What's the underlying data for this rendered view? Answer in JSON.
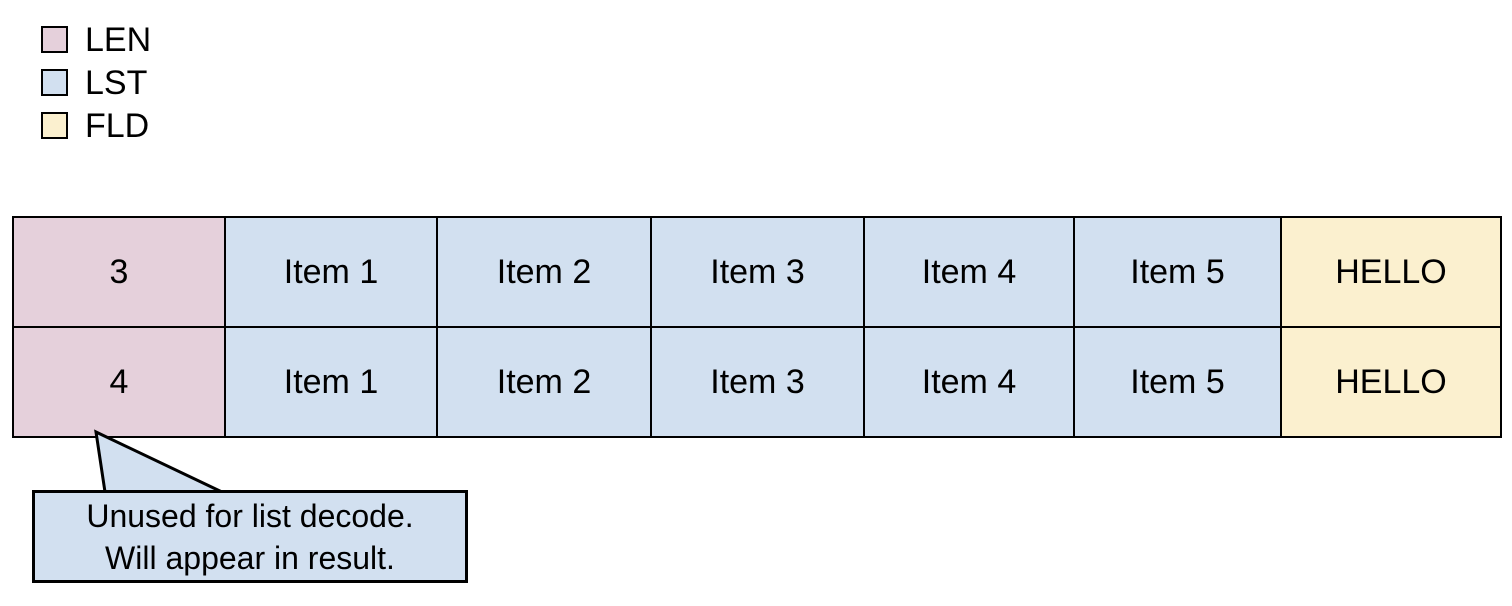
{
  "legend": {
    "items": [
      {
        "label": "LEN",
        "color": "#e5d0db",
        "icon": "legend-swatch-icon"
      },
      {
        "label": "LST",
        "color": "#d2e0f0",
        "icon": "legend-swatch-icon"
      },
      {
        "label": "FLD",
        "color": "#fbf0cf",
        "icon": "legend-swatch-icon"
      }
    ]
  },
  "table": {
    "columns": [
      "LEN",
      "LST",
      "LST",
      "LST",
      "LST",
      "LST",
      "FLD"
    ],
    "rows": [
      {
        "cells": [
          "3",
          "Item 1",
          "Item 2",
          "Item 3",
          "Item 4",
          "Item 5",
          "HELLO"
        ]
      },
      {
        "cells": [
          "4",
          "Item 1",
          "Item 2",
          "Item 3",
          "Item 4",
          "Item 5",
          "HELLO"
        ]
      }
    ]
  },
  "callout": {
    "lines": [
      "Unused for list decode.",
      "Will appear in result."
    ],
    "fill": "#d2e0f0",
    "stroke": "#000000"
  },
  "colors": {
    "len": "#e5d0db",
    "lst": "#d2e0f0",
    "fld": "#fbf0cf",
    "border": "#000000",
    "background": "#ffffff"
  }
}
